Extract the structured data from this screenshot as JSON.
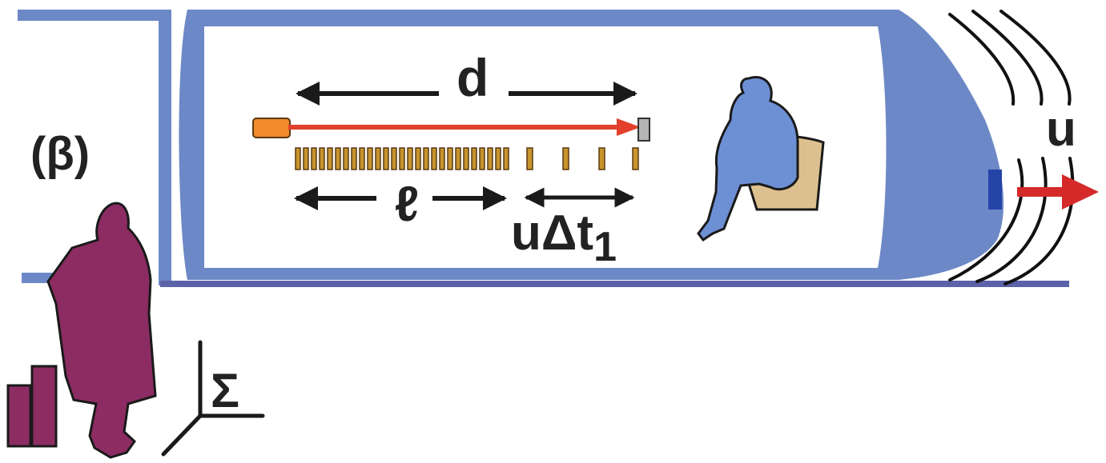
{
  "figure": {
    "panel_label": "(β)",
    "distance_label": "d",
    "length_label": "ℓ",
    "displacement_main": "uΔt",
    "displacement_sub": "1",
    "speed_label": "u",
    "frame_label": "Σ"
  },
  "colors": {
    "train_body": "#6d88c6",
    "rail": "#5b62a8",
    "beam": "#e2402a",
    "emitter": "#f08a2a",
    "detector": "#b5b5b5",
    "pulse": "#c8942e",
    "observer_outside": "#8d2c62",
    "passenger": "#6d8fd4",
    "seat": "#ddc08f",
    "velocity_arrow": "#d42a2a",
    "headlight": "#2444a8"
  }
}
